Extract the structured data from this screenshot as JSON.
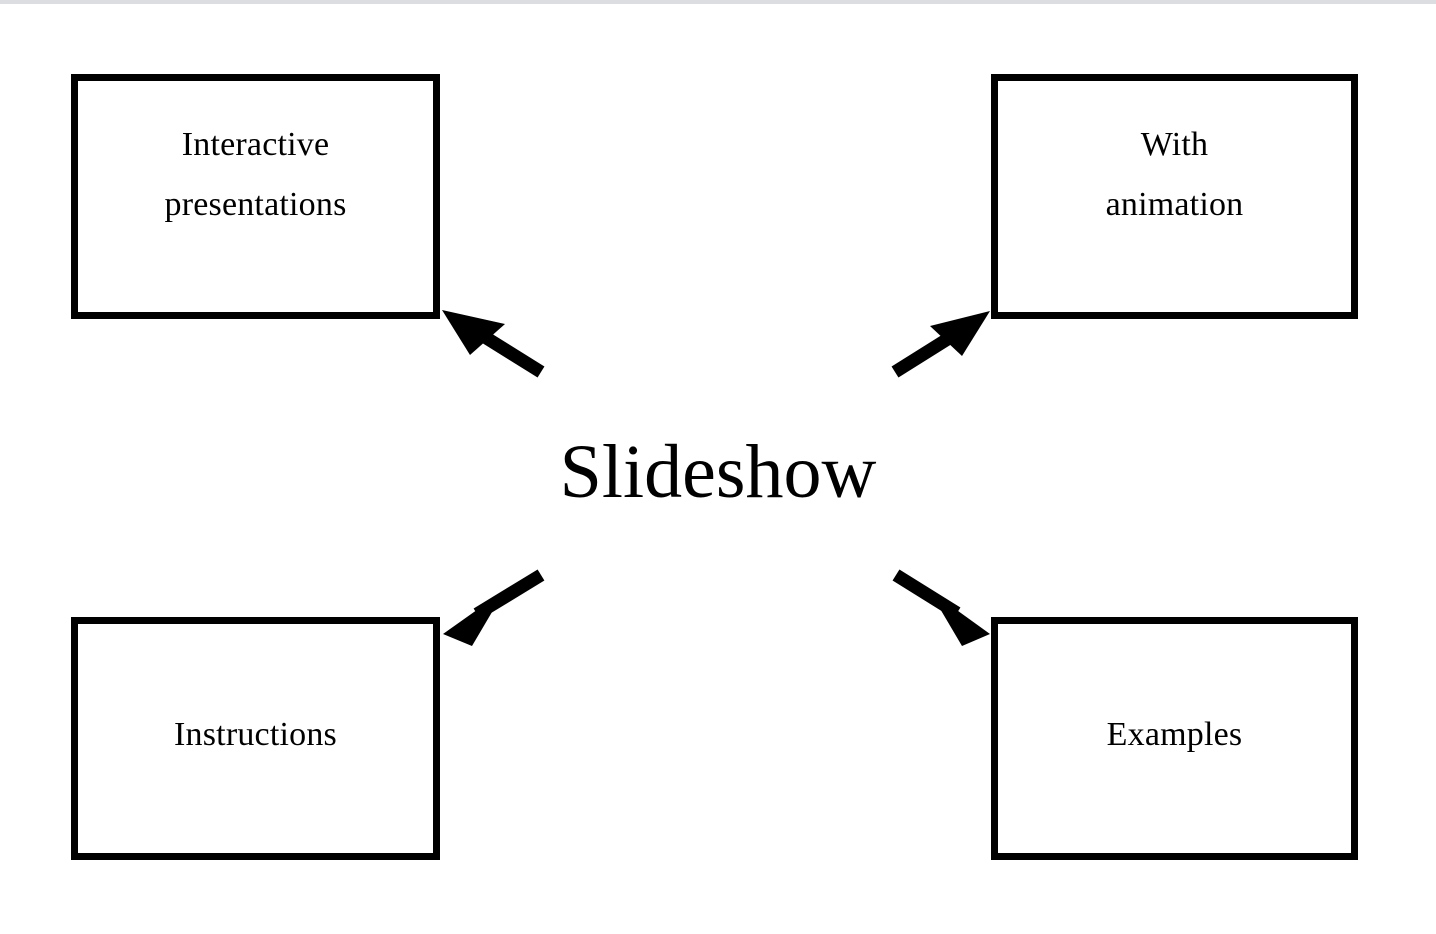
{
  "diagram": {
    "title": "Slideshow",
    "background_color": "#ffffff",
    "line_color": "#000000",
    "top_strip_color": "#dcdde1",
    "layout": "central hub with four boxes at the corners, arrows pointing outward from the center toward each box",
    "center": {
      "label": "Slideshow"
    },
    "nodes": [
      {
        "id": "interactive-presentations",
        "label": "Interactive\npresentations",
        "position": "top-left"
      },
      {
        "id": "with-animation",
        "label": "With\nanimation",
        "position": "top-right"
      },
      {
        "id": "instructions",
        "label": "Instructions",
        "position": "bottom-left"
      },
      {
        "id": "examples",
        "label": "Examples",
        "position": "bottom-right"
      }
    ],
    "arrows": [
      {
        "id": "arrow-to-interactive-presentations",
        "from": "Slideshow",
        "to": "Interactive presentations",
        "direction": "up-left"
      },
      {
        "id": "arrow-to-with-animation",
        "from": "Slideshow",
        "to": "With animation",
        "direction": "up-right"
      },
      {
        "id": "arrow-to-instructions",
        "from": "Slideshow",
        "to": "Instructions",
        "direction": "down-left"
      },
      {
        "id": "arrow-to-examples",
        "from": "Slideshow",
        "to": "Examples",
        "direction": "down-right"
      }
    ]
  }
}
